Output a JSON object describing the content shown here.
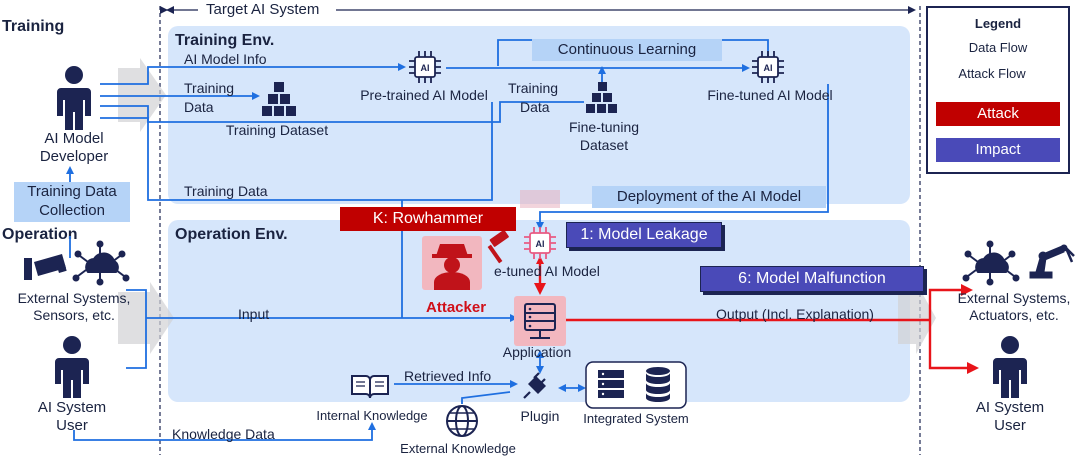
{
  "side_labels": {
    "training": "Training",
    "operation": "Operation"
  },
  "system": {
    "title": "Target AI System"
  },
  "training_env": {
    "title": "Training Env.",
    "ai_model_info": "AI Model Info",
    "training_data_1": "Training",
    "training_data_2": "Data",
    "training_dataset": "Training Dataset",
    "pretrained_model": "Pre-trained AI Model",
    "training_data_b1": "Training",
    "training_data_b2": "Data",
    "finetuning_dataset_1": "Fine-tuning",
    "finetuning_dataset_2": "Dataset",
    "finetuned_model": "Fine-tuned AI Model",
    "continuous_learning": "Continuous Learning",
    "training_data_bottom": "Training Data",
    "deployment": "Deployment of the AI Model"
  },
  "left_actors": {
    "developer_1": "AI Model",
    "developer_2": "Developer",
    "collection_1": "Training Data",
    "collection_2": "Collection",
    "ext_systems_1": "External Systems,",
    "ext_systems_2": "Sensors, etc.",
    "user_1": "AI System",
    "user_2": "User"
  },
  "operation_env": {
    "title": "Operation Env.",
    "attack": "K: Rowhammer",
    "impact_leak": "1: Model Leakage",
    "impact_malfunction": "6: Model Malfunction",
    "finetuned_model": "e-tuned AI Model",
    "attacker": "Attacker",
    "input": "Input",
    "output": "Output (Incl. Explanation)",
    "application": "Application",
    "retrieved_info": "Retrieved Info",
    "plugin": "Plugin",
    "integrated_system": "Integrated System",
    "internal_knowledge": "Internal Knowledge",
    "external_knowledge": "External Knowledge",
    "knowledge_data": "Knowledge Data"
  },
  "right_actors": {
    "ext_systems_1": "External Systems,",
    "ext_systems_2": "Actuators, etc.",
    "user_1": "AI System",
    "user_2": "User"
  },
  "legend": {
    "title": "Legend",
    "data_flow": "Data Flow",
    "attack_flow": "Attack Flow",
    "attack": "Attack",
    "impact": "Impact"
  },
  "colors": {
    "data_flow": "#1f6fe0",
    "attack_flow": "#e8141a",
    "attack_box": "#c00000",
    "impact_box": "#4a4ab8",
    "env_bg": "#d6e6fb",
    "label_box": "#b5d3f7",
    "navy": "#1c2452"
  },
  "icons": {
    "person": "person-icon",
    "chip": "ai-chip-icon",
    "dataset": "stacked-boxes-icon",
    "cloud": "cloud-network-icon",
    "camera": "camera-icon",
    "server": "server-icon",
    "database": "database-icon",
    "book": "book-icon",
    "globe": "globe-icon",
    "plug": "plug-icon",
    "hacker": "hacker-icon",
    "hammer": "hammer-icon",
    "robot_arm": "robot-arm-icon"
  }
}
